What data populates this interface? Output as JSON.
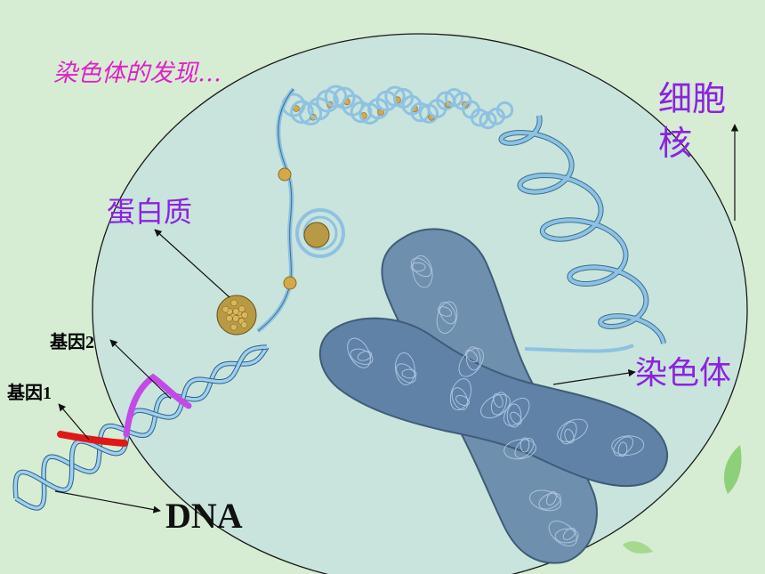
{
  "labels": {
    "title": "染色体的发现…",
    "nucleus": "细胞核",
    "protein": "蛋白质",
    "chromosome": "染色体",
    "gene2": "基因2",
    "gene1": "基因1",
    "dna": "DNA"
  },
  "colors": {
    "background": "#d6ecd3",
    "nucleus_fill": "#c9e4dc",
    "fiber": "#8fc2e2",
    "chromosome": "#6f8fae",
    "histone": "#b89a45",
    "gene1_highlight": "#e01818",
    "gene2_highlight": "#c44ae8",
    "label_purple": "#8c22e0",
    "title_magenta": "#e020c8"
  }
}
